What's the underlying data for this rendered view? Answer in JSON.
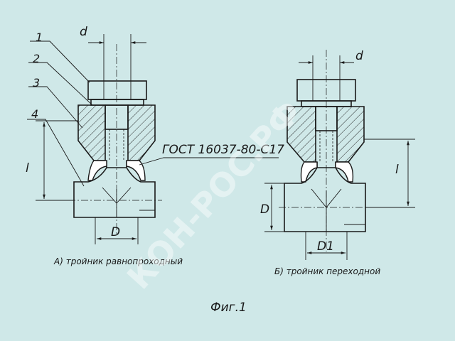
{
  "callouts": [
    "1",
    "2",
    "3",
    "4"
  ],
  "dims": {
    "d_left": "d",
    "d_right": "d",
    "l_left": "l",
    "l_right": "l",
    "D_left": "D",
    "D_right": "D",
    "D1": "D1"
  },
  "standard_label": "ГОСТ 16037-80-С17",
  "caption_a": "А) тройник равнопроходный",
  "caption_b": "Б) тройник переходной",
  "figure_title": "Фиг.1",
  "watermark": "КОН-РОС.РФ",
  "colors": {
    "background": "#cfe8e8",
    "ink": "#1a1a1a",
    "watermark": "#ffffff"
  }
}
